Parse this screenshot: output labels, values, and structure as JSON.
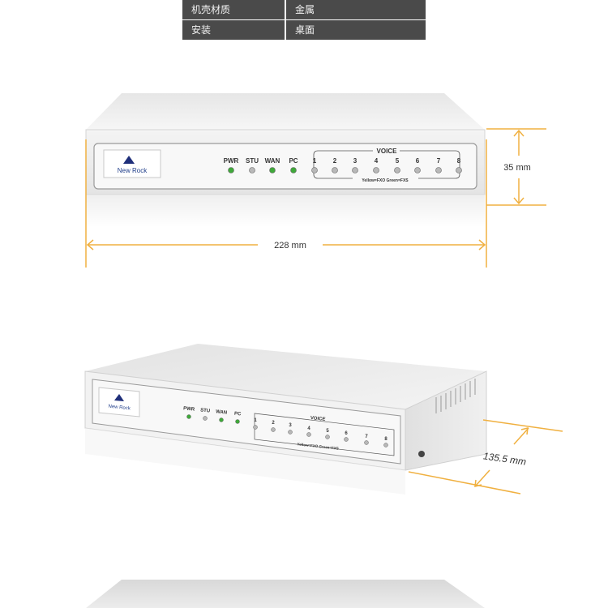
{
  "spec_rows": [
    {
      "label": "机壳材质",
      "value": "金属"
    },
    {
      "label": "安装",
      "value": "桌面"
    }
  ],
  "brand": {
    "logo_text": "New Rock"
  },
  "panel": {
    "indicators": [
      "PWR",
      "STU",
      "WAN",
      "PC"
    ],
    "voice_title": "VOICE",
    "voice_ports": [
      "1",
      "2",
      "3",
      "4",
      "5",
      "6",
      "7",
      "8"
    ],
    "legend": "Yellow=FXO  Green=FXS"
  },
  "dimensions": {
    "width": "228 mm",
    "height": "35 mm",
    "depth": "135.5 mm"
  },
  "colors": {
    "dimension_line": "#f0b040",
    "led_green": "#3fa83a",
    "led_gray": "#b8b8b8",
    "spec_bg": "#4a4a4a"
  }
}
